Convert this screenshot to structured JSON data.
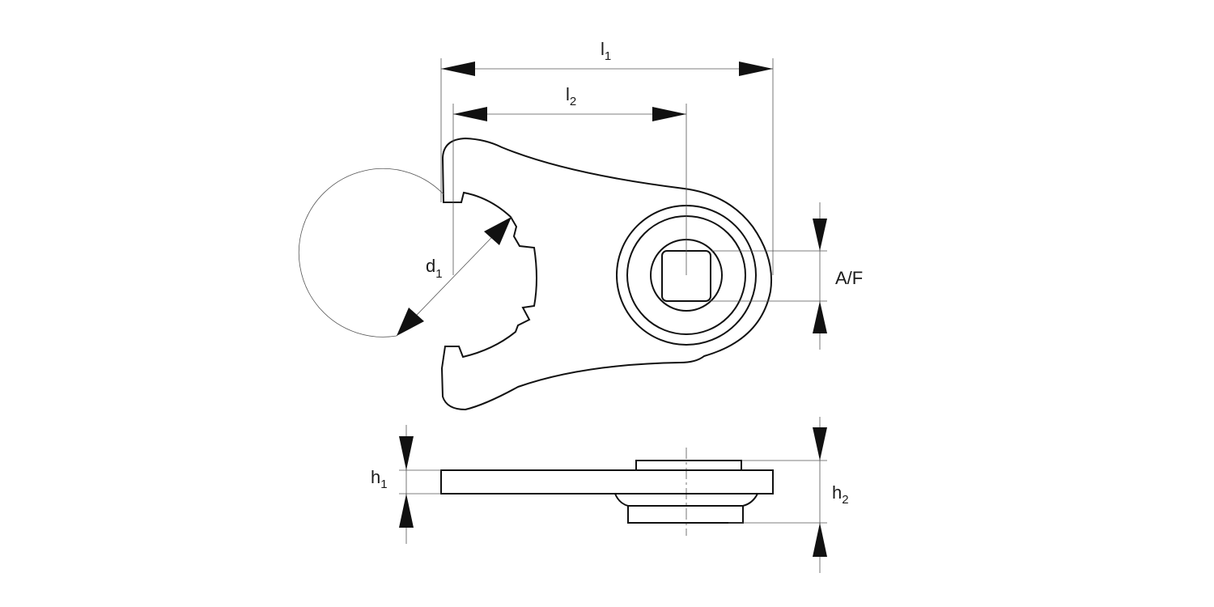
{
  "title": "Ratchet crowfoot wrench dimension drawing",
  "labels": {
    "l1": {
      "main": "l",
      "sub": "1"
    },
    "l2": {
      "main": "l",
      "sub": "2"
    },
    "d1": {
      "main": "d",
      "sub": "1"
    },
    "af": "A/F",
    "h1": {
      "main": "h",
      "sub": "1"
    },
    "h2": {
      "main": "h",
      "sub": "2"
    }
  },
  "colors": {
    "line": "#111111",
    "dim_line": "#555555"
  }
}
